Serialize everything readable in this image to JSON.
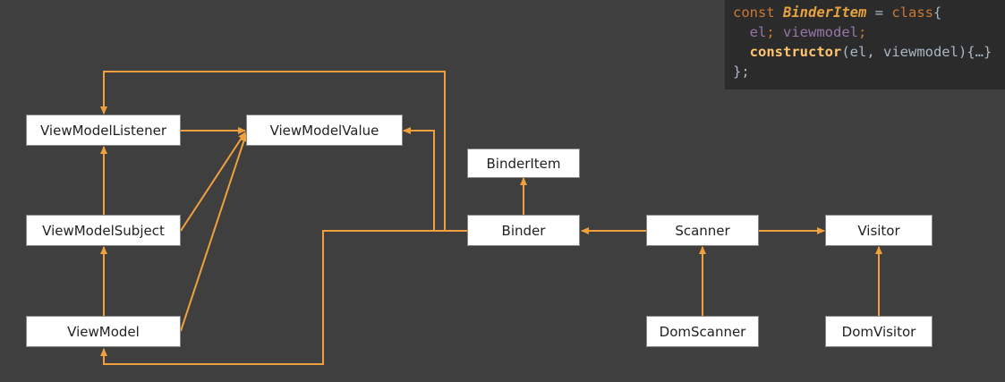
{
  "colors": {
    "background": "#3f3f3f",
    "connector": "#f0a03c",
    "node_fill": "#ffffff"
  },
  "nodes": {
    "view_model_listener": "ViewModelListener",
    "view_model_value": "ViewModelValue",
    "binder_item": "BinderItem",
    "view_model_subject": "ViewModelSubject",
    "binder": "Binder",
    "scanner": "Scanner",
    "visitor": "Visitor",
    "view_model": "ViewModel",
    "dom_scanner": "DomScanner",
    "dom_visitor": "DomVisitor"
  },
  "code_snippet": {
    "line1_keyword": "const ",
    "line1_class": "BinderItem",
    "line1_assign": " = ",
    "line1_keyword2": "class",
    "line1_brace": "{",
    "line2_indent": "  ",
    "line2_field1": "el",
    "line2_sep": "; ",
    "line2_field2": "viewmodel",
    "line2_end": ";",
    "line3_indent": "  ",
    "line3_fn": "constructor",
    "line3_params": "(el, viewmodel){…}",
    "line4": "};"
  }
}
